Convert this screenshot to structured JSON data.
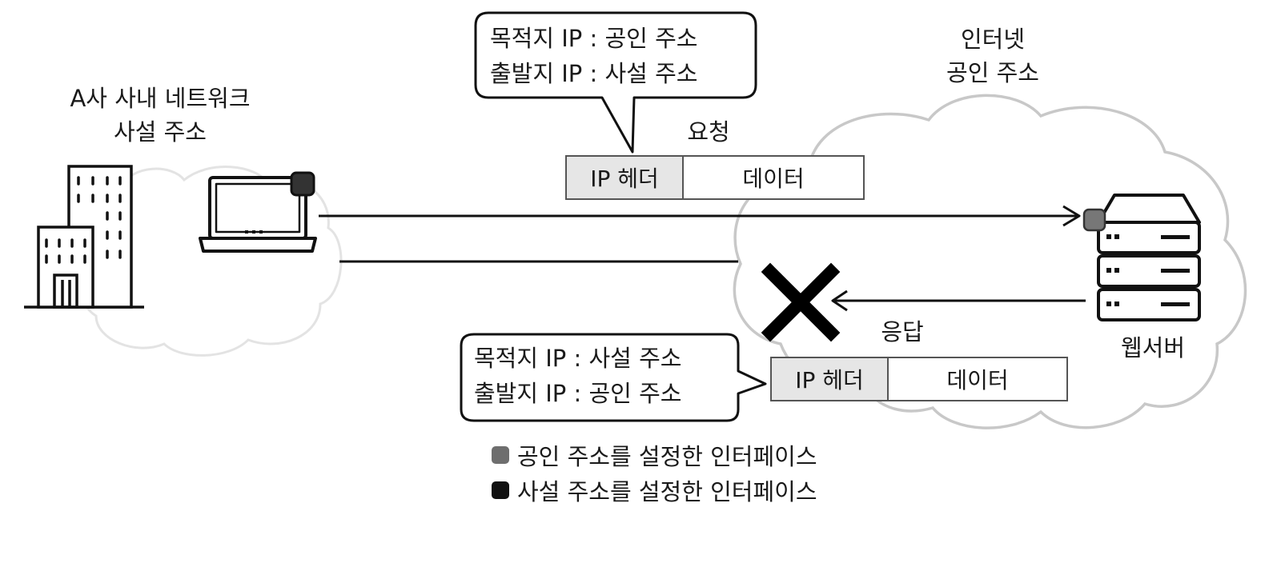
{
  "colors": {
    "public_interface": "#6e6e6e",
    "private_interface": "#111111",
    "cloud_stroke": "#c8c8c8",
    "line": "#111111"
  },
  "private_network": {
    "title": "A사 사내 네트워크",
    "subtitle": "사설 주소"
  },
  "internet": {
    "title": "인터넷",
    "subtitle": "공인 주소"
  },
  "request": {
    "label": "요청",
    "callout_line1": "목적지 IP : 공인 주소",
    "callout_line2": "출발지 IP : 사설 주소",
    "packet_header": "IP 헤더",
    "packet_data": "데이터"
  },
  "response": {
    "label": "응답",
    "callout_line1": "목적지 IP : 사설 주소",
    "callout_line2": "출발지 IP : 공인 주소",
    "packet_header": "IP 헤더",
    "packet_data": "데이터"
  },
  "web_server": {
    "label": "웹서버"
  },
  "legend": {
    "public": "공인 주소를 설정한 인터페이스",
    "private": "사설 주소를 설정한 인터페이스"
  },
  "icons": [
    "building-icon",
    "laptop-icon",
    "server-icon",
    "blocked-x-icon",
    "cloud-icon"
  ]
}
